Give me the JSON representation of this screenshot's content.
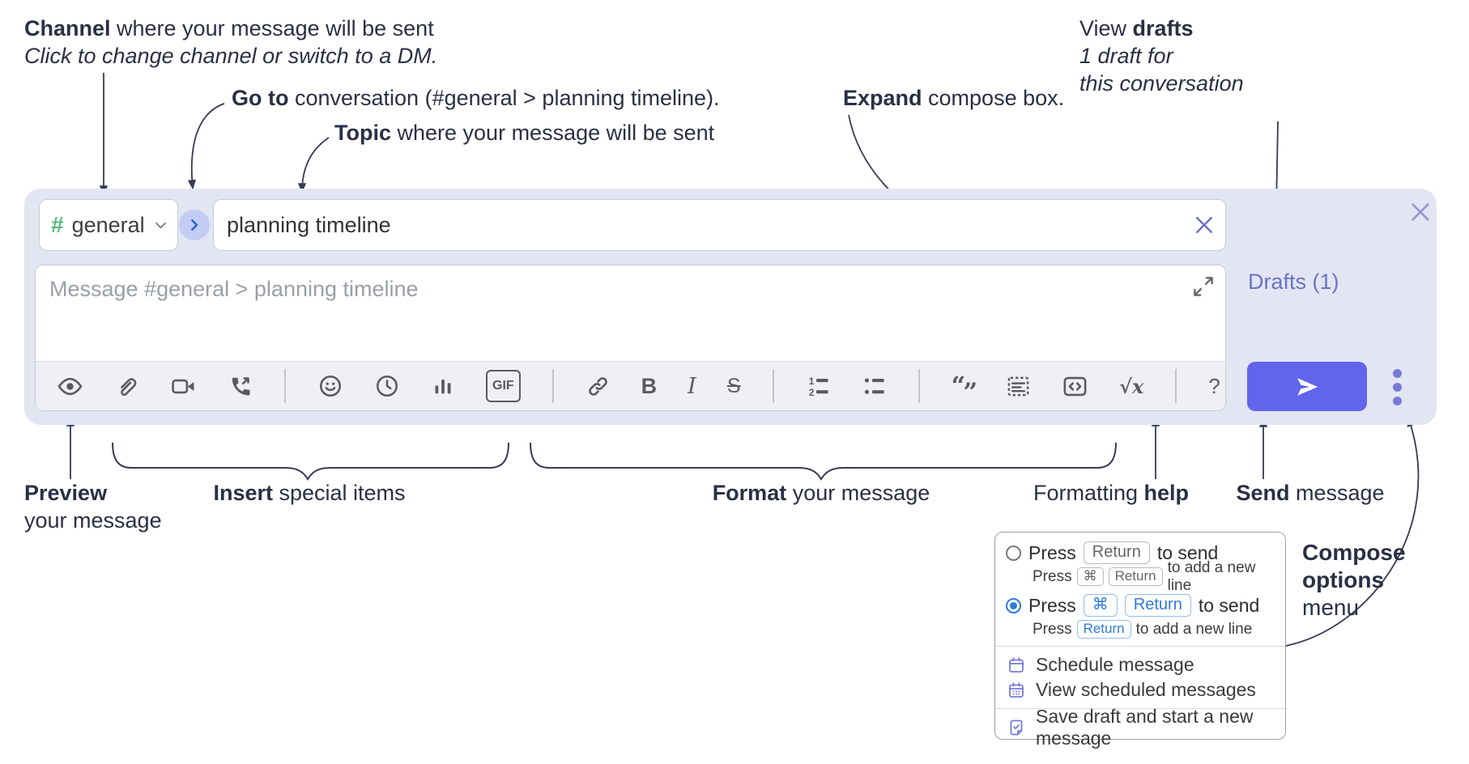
{
  "annotations": {
    "channel": {
      "lead": "Channel",
      "rest": " where your message will be sent",
      "sub": "Click to change channel or switch to a DM."
    },
    "goto": {
      "lead": "Go to",
      "rest": " conversation (#general > planning timeline)."
    },
    "topic": {
      "lead": "Topic",
      "rest": " where your message will be sent"
    },
    "expand": {
      "lead": "Expand",
      "rest": " compose box."
    },
    "view_drafts": {
      "lead": "View ",
      "bold": "drafts",
      "line2": "1 draft for",
      "line3": "this conversation"
    },
    "preview": {
      "lead": "Preview",
      "line2": "your message"
    },
    "insert": {
      "lead": "Insert",
      "rest": " special items"
    },
    "format": {
      "lead": "Format",
      "rest": " your message"
    },
    "formatting_help": {
      "lead": "Formatting ",
      "bold": "help"
    },
    "send": {
      "lead": "Send",
      "rest": " message"
    },
    "compose_options": {
      "line1": "Compose",
      "line2": "options",
      "line3": "menu"
    }
  },
  "compose": {
    "channel": {
      "hash": "#",
      "name": "general"
    },
    "topic_value": "planning timeline",
    "message_placeholder": "Message #general > planning timeline",
    "drafts_link": "Drafts (1)",
    "toolbar": {
      "bold": "B",
      "italic": "I",
      "strike": "S",
      "gif": "GIF",
      "quote_open": "“",
      "quote_close": "”",
      "math": "√x",
      "help": "?"
    }
  },
  "compose_menu": {
    "option_return": {
      "selected": false,
      "press": "Press",
      "key": "Return",
      "after": "to send",
      "sub_press": "Press",
      "sub_key1": "⌘",
      "sub_key2": "Return",
      "sub_after": "to add a new line"
    },
    "option_cmd_return": {
      "selected": true,
      "press": "Press",
      "key1": "⌘",
      "key2": "Return",
      "after": "to send",
      "sub_press": "Press",
      "sub_key": "Return",
      "sub_after": "to add a new line"
    },
    "schedule": "Schedule message",
    "view_scheduled": "View scheduled messages",
    "save_draft": "Save draft and start a new message"
  },
  "colors": {
    "panel_bg": "#e3e5f3",
    "send_accent": "#6065ec",
    "drafts_link": "#6b74c4",
    "hash_green": "#58ba7d",
    "goto_circle": "#c3ccf3",
    "goto_chevron": "#2b5fd3",
    "radio_blue": "#2f7ade",
    "menu_icon_purple": "#767bd6",
    "annotation_text": "#2b2f45",
    "toolbar_icon": "#595b60"
  }
}
